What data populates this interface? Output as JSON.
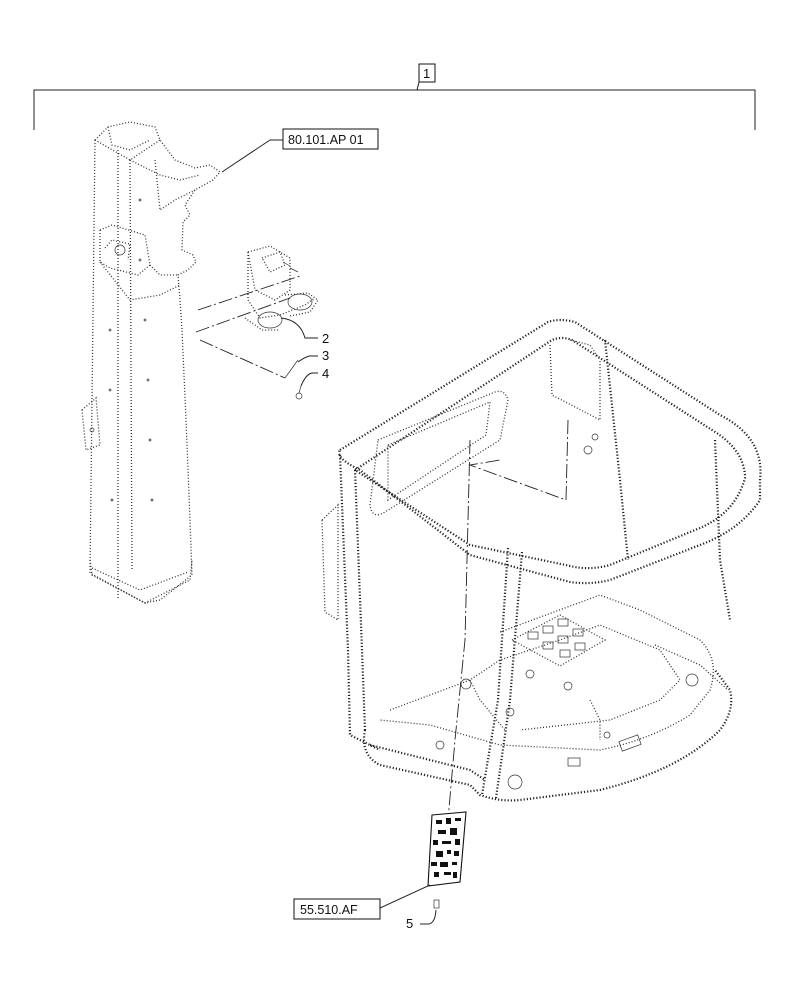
{
  "callouts": {
    "item_1": "1",
    "item_2": "2",
    "item_3": "3",
    "item_4": "4",
    "item_5": "5"
  },
  "references": {
    "ref_pillar": "80.101.AP 01",
    "ref_module": "55.510.AF"
  }
}
